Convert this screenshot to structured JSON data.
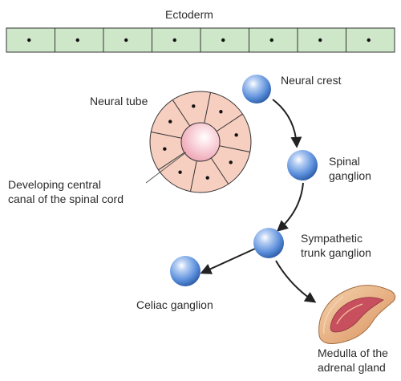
{
  "labels": {
    "ectoderm": "Ectoderm",
    "neural_tube": "Neural tube",
    "central_canal_1": "Developing central",
    "central_canal_2": "canal of the spinal cord",
    "neural_crest": "Neural crest",
    "spinal_ganglion_1": "Spinal",
    "spinal_ganglion_2": "ganglion",
    "sympathetic_1": "Sympathetic",
    "sympathetic_2": "trunk ganglion",
    "celiac": "Celiac ganglion",
    "medulla_1": "Medulla of the",
    "medulla_2": "adrenal gland"
  },
  "colors": {
    "ectoderm_fill": "#cfe7c9",
    "tube_fill": "#f7cfc0",
    "lumen_fill": "#f4b8c3",
    "cell_sphere": "#5b8fdb",
    "adrenal_fill": "#e9b48a",
    "adrenal_medulla": "#c8505e",
    "line": "#333333"
  },
  "icons": {
    "neural_crest_cell": "blue-sphere",
    "arrow": "curved-arrow",
    "adrenal": "adrenal-gland-illustration"
  }
}
